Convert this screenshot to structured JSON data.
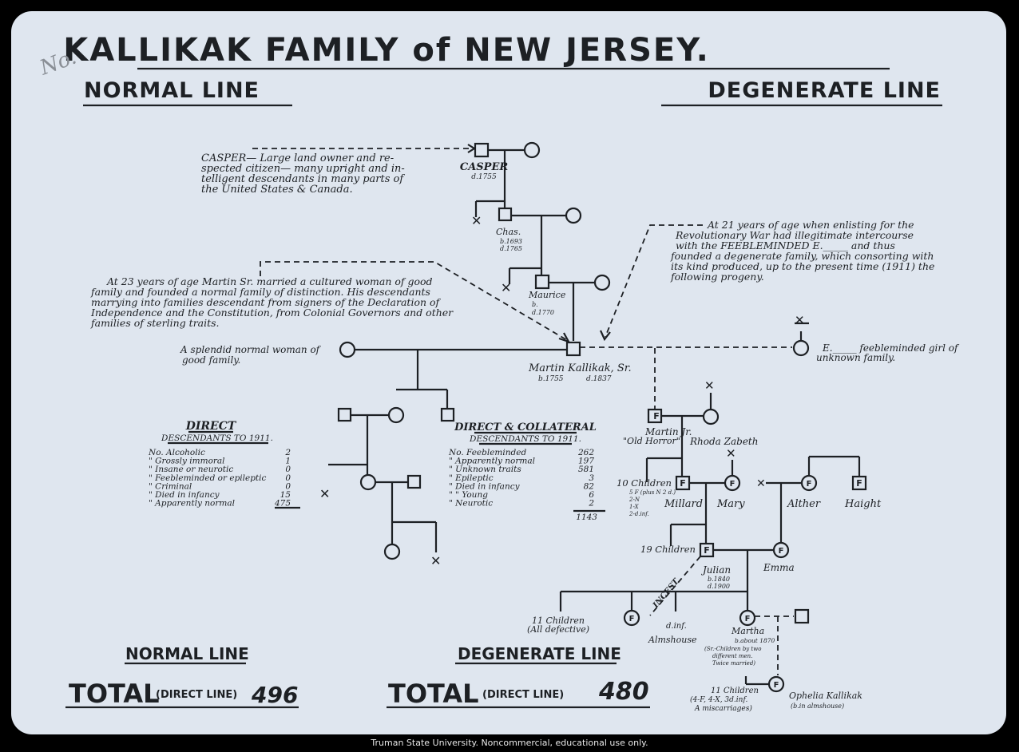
{
  "title": "KALLIKAK FAMILY of NEW JERSEY.",
  "corner_mark": "No.",
  "headings": {
    "left": "NORMAL LINE",
    "right": "DEGENERATE LINE"
  },
  "casper": {
    "note": [
      "CASPER— Large land owner and re-",
      "spected citizen— many upright and in-",
      "telligent descendants in many parts of",
      "the United States & Canada."
    ],
    "label": "CASPER",
    "dates": "d.1755"
  },
  "chas": {
    "label": "Chas.",
    "dates": [
      "b.1693",
      "d.1765"
    ]
  },
  "maurice": {
    "label": "Maurice",
    "dates": [
      "b.",
      "d.1770"
    ]
  },
  "note_normal": [
    "At 23 years of age Martin Sr. married a cultured woman of good",
    "family and founded a normal family of distinction. His descendants",
    "marrying into families descendant from signers of the Declaration of",
    "Independence and the Constitution, from Colonial Governors and other",
    "families of sterling traits."
  ],
  "note_degenerate": [
    "At 21 years of age when enlisting for the",
    "Revolutionary War had illegitimate intercourse",
    "with the FEEBLEMINDED E._____ and thus",
    "founded a degenerate family, which consorting with",
    "its kind produced, up to the present time (1911) the",
    "following progeny."
  ],
  "splendid_woman": [
    "A splendid normal woman of",
    "good family."
  ],
  "martin_sr": {
    "label": "Martin Kallikak, Sr.",
    "birth": "b.1755",
    "death": "d.1837"
  },
  "e_woman": [
    "E._____ feebleminded girl of",
    "unknown family."
  ],
  "martin_jr": [
    "Martin Jr.",
    "\"Old Horror\""
  ],
  "rhoda": "Rhoda Zabeth",
  "ten_children": {
    "label": "10 Children",
    "details": [
      "5 F (plus N 2 d.)",
      "2-N",
      "1-X",
      "2-d.inf."
    ]
  },
  "millard": "Millard",
  "mary": "Mary",
  "alther": "Alther",
  "haight": "Haight",
  "nineteen_children": "19 Children",
  "julian": {
    "label": "Julian",
    "dates": [
      "b.1840",
      "d.1900"
    ]
  },
  "emma": "Emma",
  "incest": "INCEST",
  "eleven_children_a": [
    "11 Children",
    "(All defective)"
  ],
  "almshouse": [
    "d.inf.",
    "Almshouse"
  ],
  "martha": {
    "label": "Martha",
    "born": "b.about 1870",
    "note": [
      "(Sr.-Children by two",
      "different men.",
      "Twice married)"
    ]
  },
  "eleven_children_b": [
    "11 Children",
    "(4-F, 4-X, 3d.inf.",
    "A miscarriages)"
  ],
  "ophelia": [
    "Ophelia Kallikak",
    "(b.in almshouse)"
  ],
  "direct_table": {
    "title": "DIRECT",
    "subtitle": "DESCENDANTS TO 1911.",
    "rows": [
      {
        "label": "No. Alcoholic",
        "value": "2"
      },
      {
        "label": "\" Grossly immoral",
        "value": "1"
      },
      {
        "label": "\" Insane or neurotic",
        "value": "0"
      },
      {
        "label": "\" Feebleminded or epileptic",
        "value": "0"
      },
      {
        "label": "\" Criminal",
        "value": "0"
      },
      {
        "label": "\" Died in infancy",
        "value": "15"
      },
      {
        "label": "\" Apparently normal",
        "value": "475"
      }
    ]
  },
  "collateral_table": {
    "title": "DIRECT & COLLATERAL",
    "subtitle": "DESCENDANTS TO 1911.",
    "rows": [
      {
        "label": "No. Feebleminded",
        "value": "262"
      },
      {
        "label": "\" Apparently normal",
        "value": "197"
      },
      {
        "label": "\" Unknown traits",
        "value": "581"
      },
      {
        "label": "\" Epileptic",
        "value": "3"
      },
      {
        "label": "\" Died in infancy",
        "value": "82"
      },
      {
        "label": "\"    \" Young",
        "value": "6"
      },
      {
        "label": "\" Neurotic",
        "value": "2"
      }
    ],
    "total": "1143"
  },
  "totals": {
    "normal_heading": "NORMAL LINE",
    "degenerate_heading": "DEGENERATE LINE",
    "total_word": "TOTAL",
    "direct_line": "(DIRECT LINE)",
    "normal_total": "496",
    "degenerate_total": "480"
  },
  "symbol_letter": "F",
  "credit": "Truman State University.  Noncommercial, educational use only."
}
